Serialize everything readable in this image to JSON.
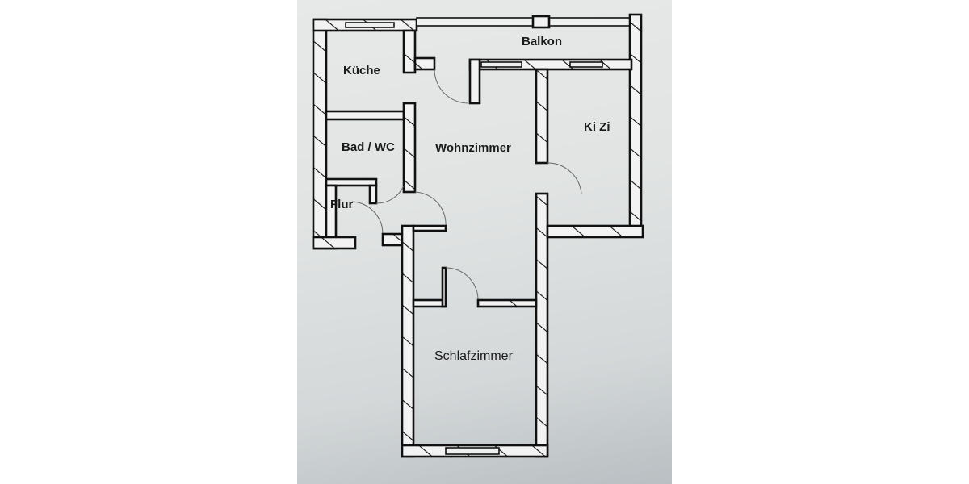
{
  "plan": {
    "rooms": {
      "balkon": "Balkon",
      "kueche": "Küche",
      "bad_wc": "Bad / WC",
      "wohnzimmer": "Wohnzimmer",
      "ki_zi": "Ki Zi",
      "flur": "Flur",
      "schlafzimmer": "Schlafzimmer"
    }
  }
}
